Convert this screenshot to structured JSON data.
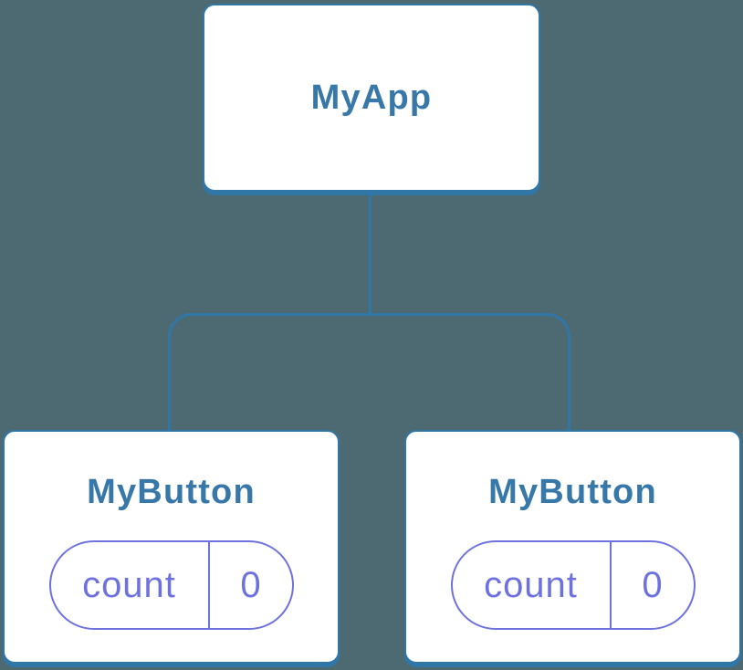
{
  "colors": {
    "background": "#4d6972",
    "accent-blue": "#3077a8",
    "text-blue": "#3878a8",
    "accent-purple": "#6e72de",
    "card-bg": "#ffffff"
  },
  "tree": {
    "root": {
      "label": "MyApp"
    },
    "children": [
      {
        "label": "MyButton",
        "state": {
          "key": "count",
          "value": "0"
        }
      },
      {
        "label": "MyButton",
        "state": {
          "key": "count",
          "value": "0"
        }
      }
    ]
  }
}
